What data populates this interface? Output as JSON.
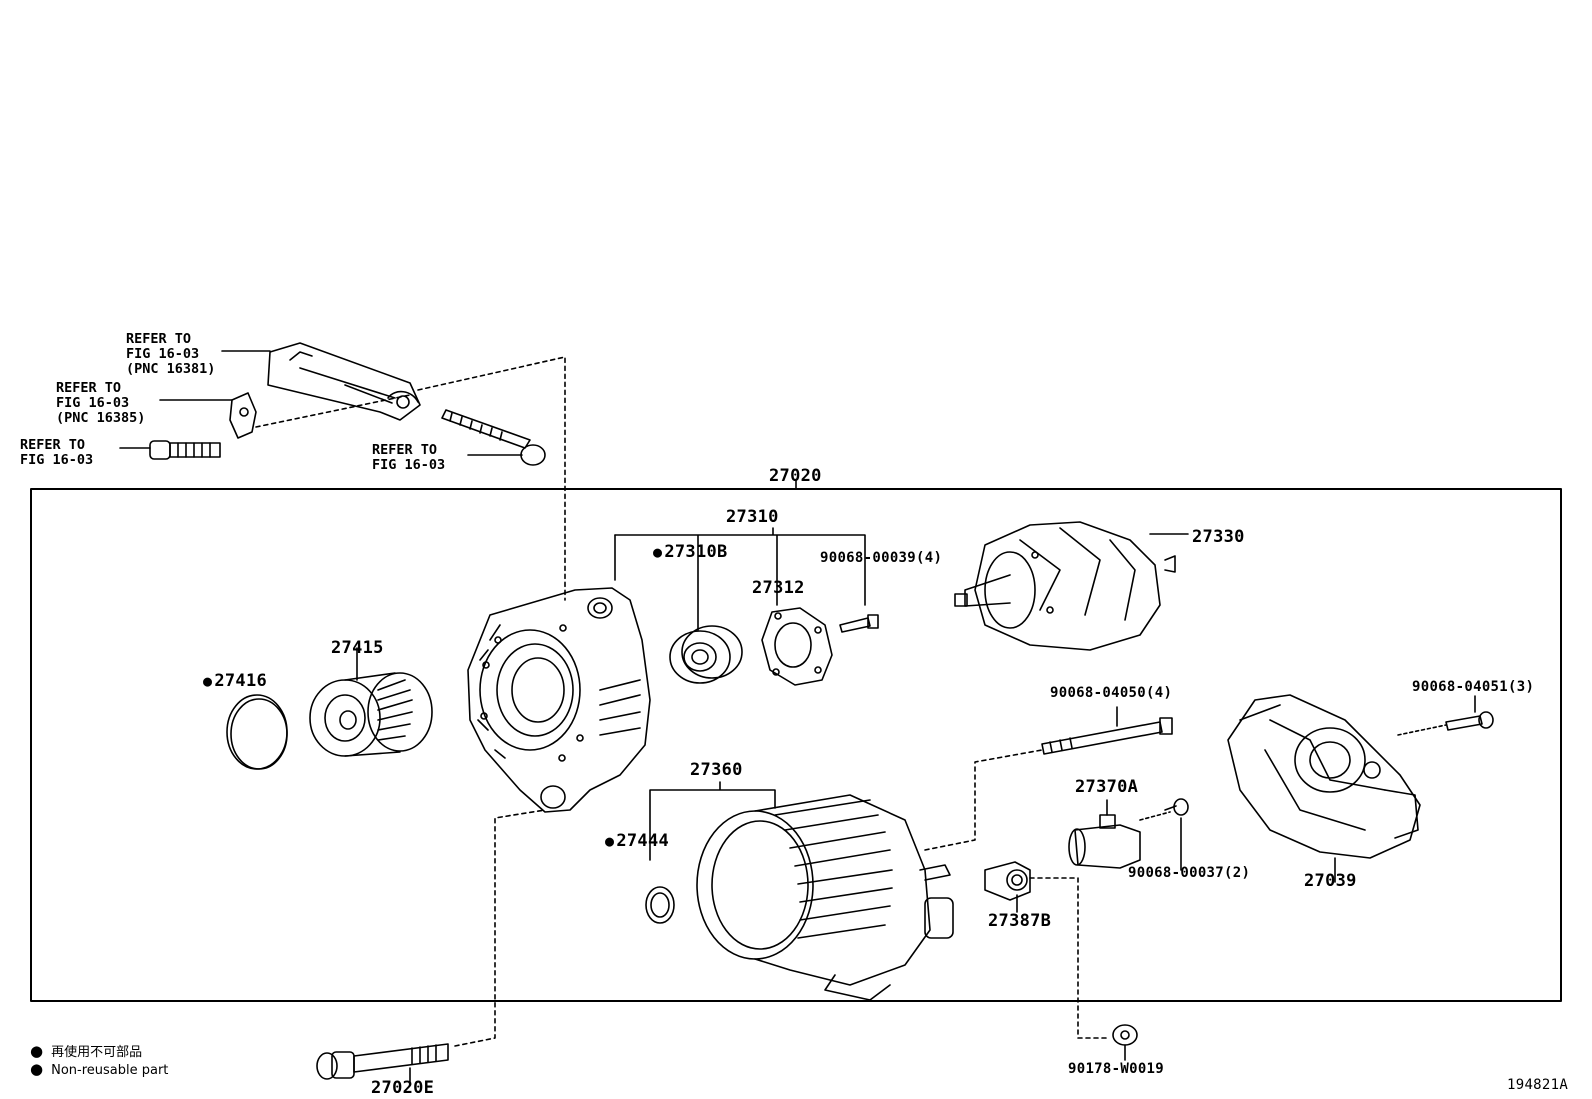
{
  "refs": {
    "r1": "REFER TO\nFIG 16-03\n(PNC 16381)",
    "r2": "REFER TO\nFIG 16-03\n(PNC 16385)",
    "r3": "REFER TO\nFIG 16-03",
    "r4": "REFER TO\nFIG 16-03"
  },
  "parts": {
    "p27020": "27020",
    "p27310": "27310",
    "p27310B": "27310B",
    "p90068_00039": "90068-00039(4)",
    "p27312": "27312",
    "p27330": "27330",
    "p27415": "27415",
    "p27416": "27416",
    "p90068_04050": "90068-04050(4)",
    "p90068_04051": "90068-04051(3)",
    "p27360": "27360",
    "p27370A": "27370A",
    "p27444": "27444",
    "p90068_00037": "90068-00037(2)",
    "p27039": "27039",
    "p27387B": "27387B",
    "p90178": "90178-W0019",
    "p27020E": "27020E"
  },
  "legend": {
    "ja": "再使用不可部品",
    "en": "Non-reusable part"
  },
  "figure_id": "194821A"
}
